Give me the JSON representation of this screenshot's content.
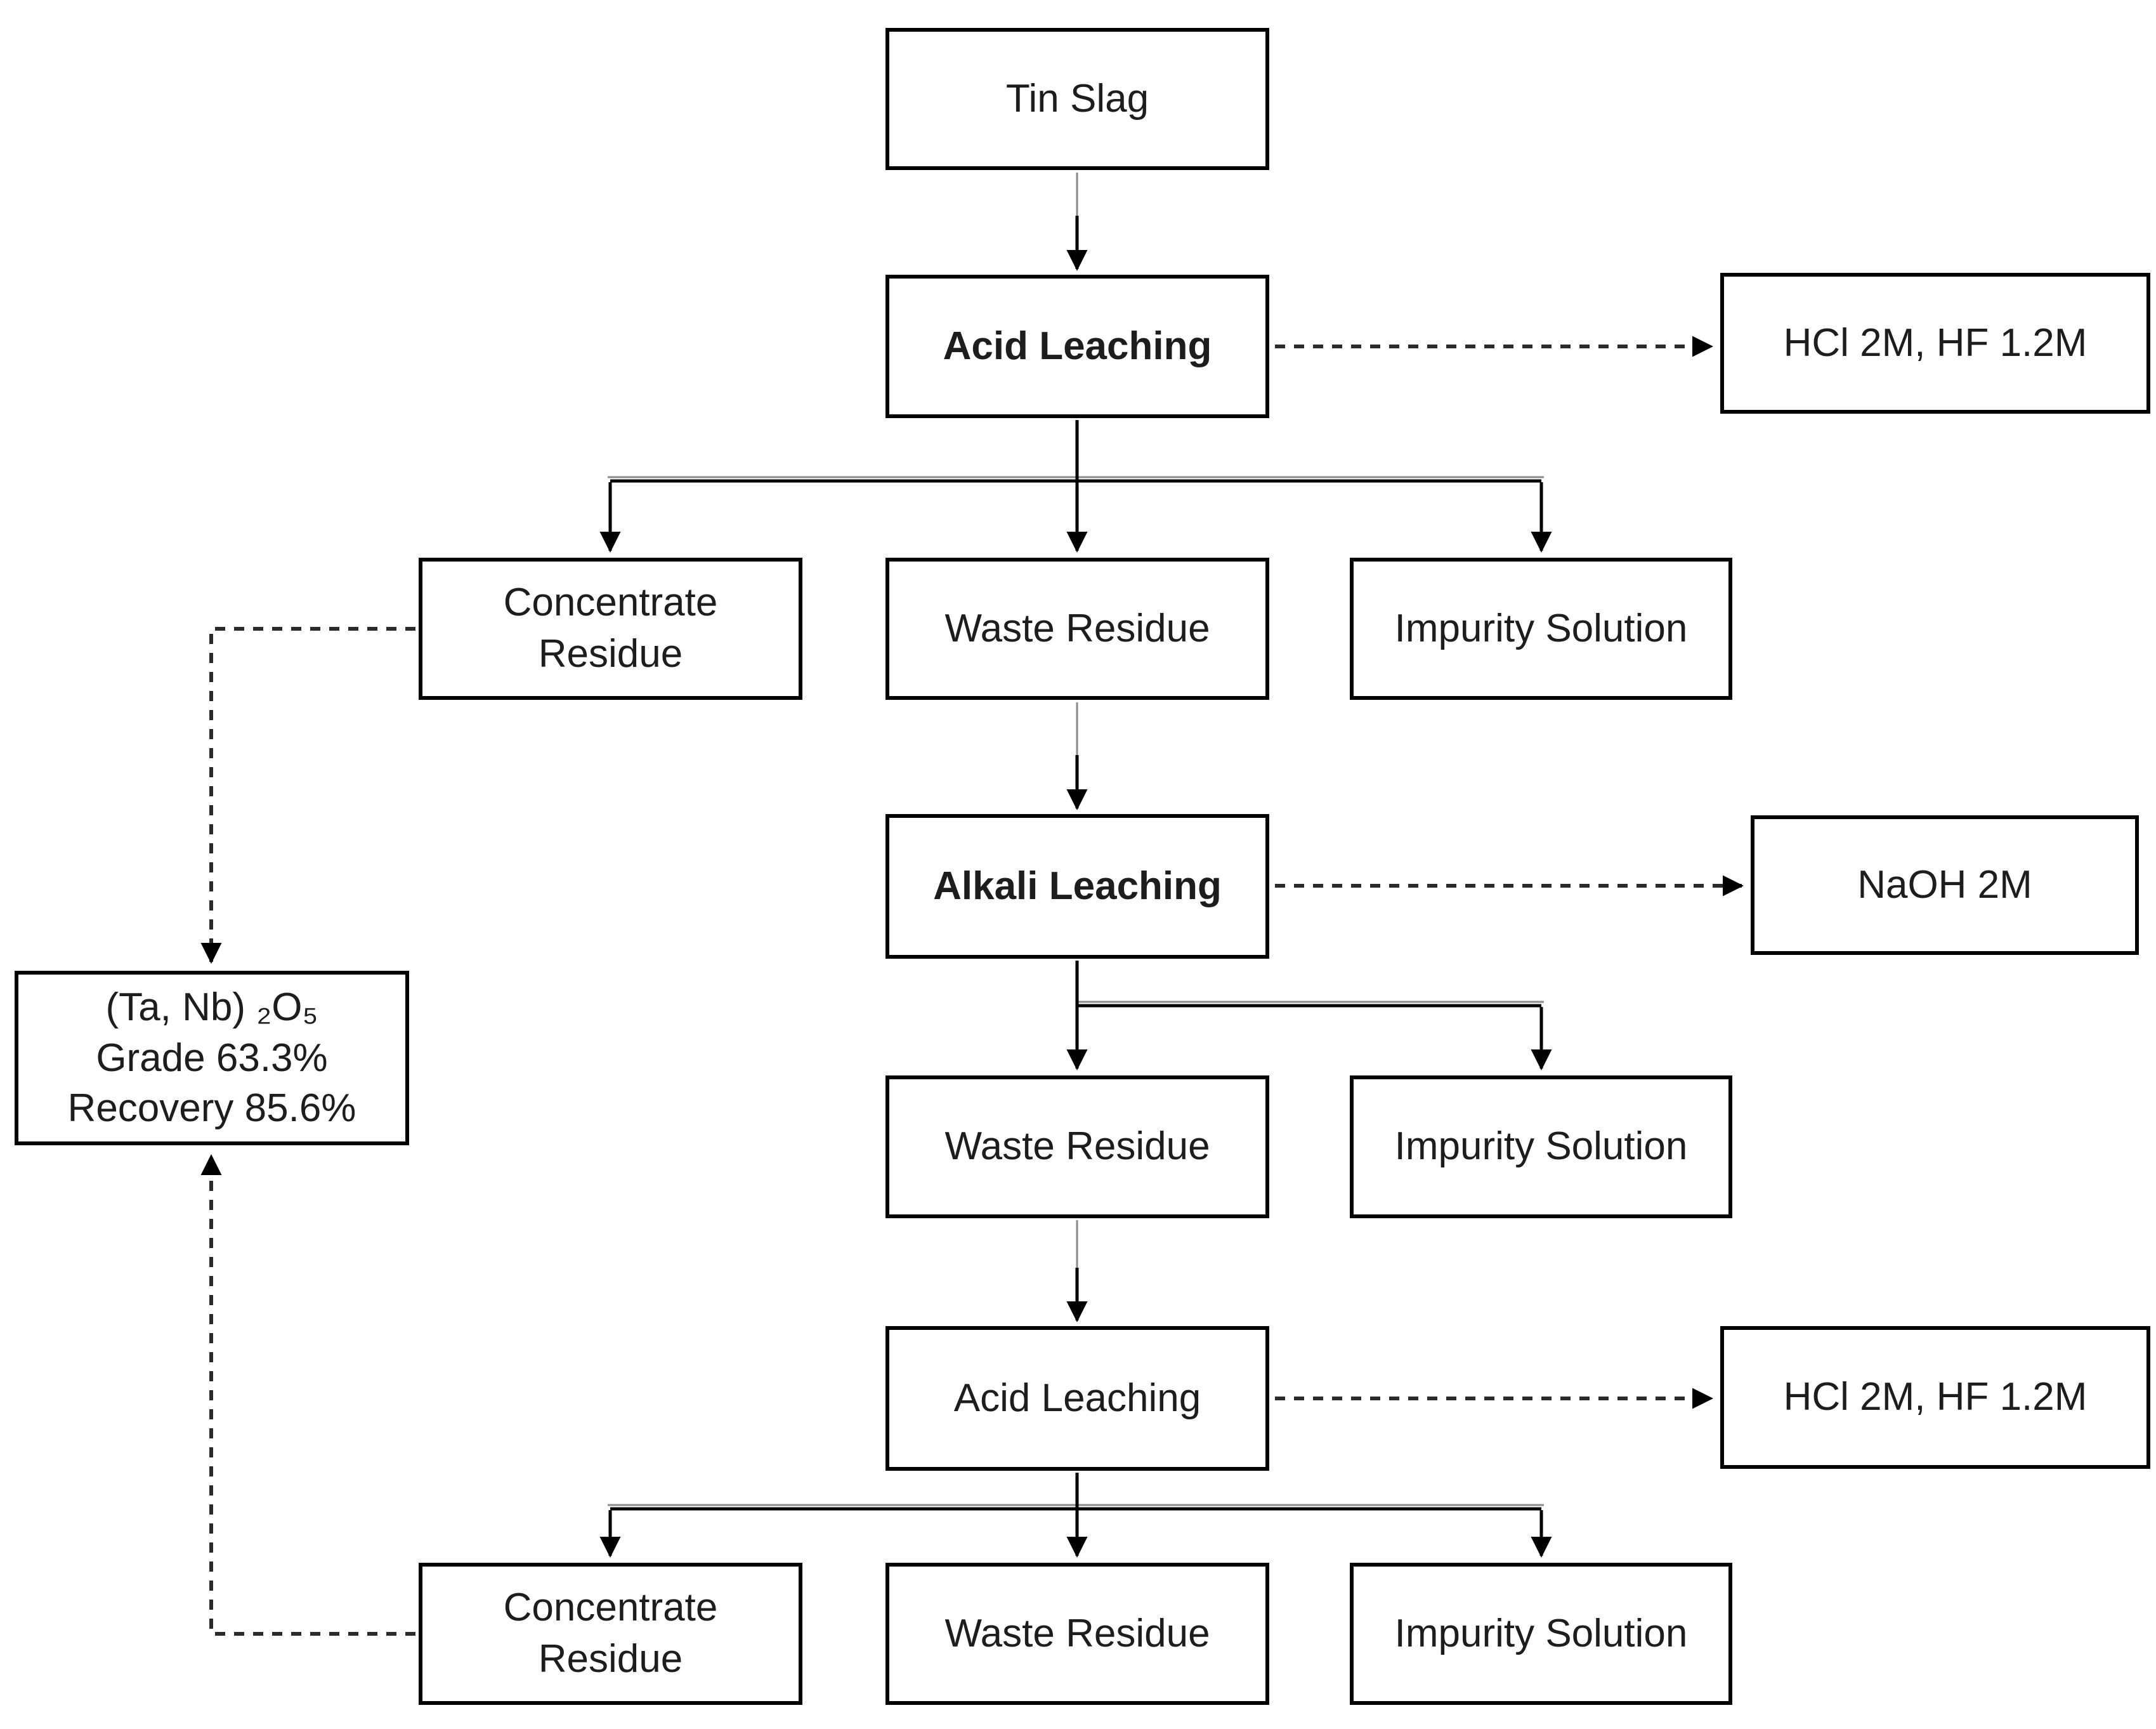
{
  "diagram": {
    "background": "#ffffff",
    "line_color": "#000000",
    "dashed_line_color": "#2b2b2b",
    "text_color": "#1d1d1d",
    "nodes": [
      {
        "id": "tin-slag",
        "label": "Tin Slag",
        "bold": false
      },
      {
        "id": "acid1",
        "label": "Acid Leaching",
        "bold": true
      },
      {
        "id": "hcl1",
        "label": "HCl 2M, HF 1.2M",
        "bold": false
      },
      {
        "id": "conc1",
        "label": "Concentrate Residue",
        "bold": false
      },
      {
        "id": "waste1",
        "label": "Waste Residue",
        "bold": false
      },
      {
        "id": "imp1",
        "label": "Impurity Solution",
        "bold": false
      },
      {
        "id": "alkali",
        "label": "Alkali Leaching",
        "bold": true
      },
      {
        "id": "naoh",
        "label": "NaOH 2M",
        "bold": false
      },
      {
        "id": "waste2",
        "label": "Waste Residue",
        "bold": false
      },
      {
        "id": "imp2",
        "label": "Impurity Solution",
        "bold": false
      },
      {
        "id": "acid2",
        "label": "Acid Leaching",
        "bold": false
      },
      {
        "id": "hcl2",
        "label": "HCl 2M, HF 1.2M",
        "bold": false
      },
      {
        "id": "conc2",
        "label": "Concentrate Residue",
        "bold": false
      },
      {
        "id": "waste3",
        "label": "Waste Residue",
        "bold": false
      },
      {
        "id": "imp3",
        "label": "Impurity Solution",
        "bold": false
      },
      {
        "id": "product",
        "label": "(Ta, Nb) ₂O₅\nGrade 63.3%\nRecovery 85.6%",
        "bold": false
      }
    ],
    "edges": [
      {
        "from": "tin-slag",
        "to": "acid1",
        "style": "solid"
      },
      {
        "from": "acid1",
        "to": "hcl1",
        "style": "dashed"
      },
      {
        "from": "acid1",
        "to": "conc1",
        "style": "solid"
      },
      {
        "from": "acid1",
        "to": "waste1",
        "style": "solid"
      },
      {
        "from": "acid1",
        "to": "imp1",
        "style": "solid"
      },
      {
        "from": "waste1",
        "to": "alkali",
        "style": "solid"
      },
      {
        "from": "alkali",
        "to": "naoh",
        "style": "dashed"
      },
      {
        "from": "alkali",
        "to": "waste2",
        "style": "solid"
      },
      {
        "from": "alkali",
        "to": "imp2",
        "style": "solid"
      },
      {
        "from": "waste2",
        "to": "acid2",
        "style": "solid"
      },
      {
        "from": "acid2",
        "to": "hcl2",
        "style": "dashed"
      },
      {
        "from": "acid2",
        "to": "conc2",
        "style": "solid"
      },
      {
        "from": "acid2",
        "to": "waste3",
        "style": "solid"
      },
      {
        "from": "acid2",
        "to": "imp3",
        "style": "solid"
      },
      {
        "from": "conc1",
        "to": "product",
        "style": "dashed"
      },
      {
        "from": "conc2",
        "to": "product",
        "style": "dashed"
      }
    ]
  }
}
